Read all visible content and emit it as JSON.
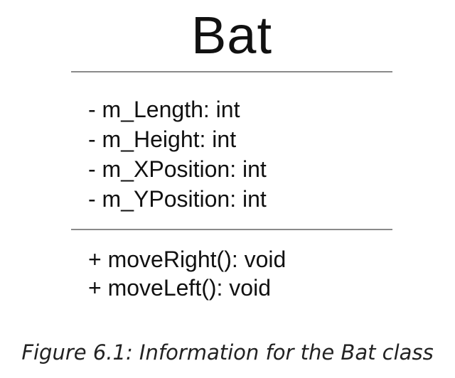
{
  "class_box": {
    "name": "Bat",
    "attributes": [
      "- m_Length: int",
      "- m_Height: int",
      "- m_XPosition: int",
      "- m_YPosition: int"
    ],
    "operations": [
      "+ moveRight(): void",
      "+ moveLeft(): void"
    ]
  },
  "caption": "Figure 6.1: Information for the Bat class"
}
